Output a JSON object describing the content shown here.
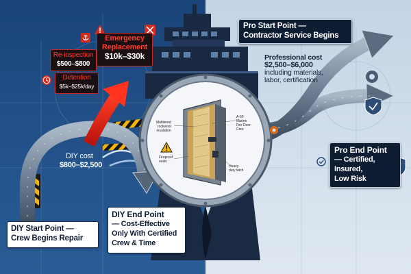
{
  "diy_start": {
    "line1": "DIY Start Point —",
    "line2": "Crew Begins Repair"
  },
  "diy_cost": {
    "line1": "DIY cost",
    "line2": "$800–$2,500"
  },
  "diy_end": {
    "line1": "DIY End Point",
    "line2": "— Cost-Effective",
    "line3": "Only With Certified",
    "line4": "Crew & Time"
  },
  "reinspection": {
    "label": "Re-inspection",
    "value": "$500–$800"
  },
  "detention": {
    "label": "Detention",
    "value": "$5k–$25k/day"
  },
  "emergency": {
    "label1": "Emergency",
    "label2": "Replacement",
    "value": "$10k–$30k"
  },
  "pro_start": {
    "line1": "Pro Start Point —",
    "line2": "Contractor Service Begins"
  },
  "pro_cost": {
    "line1": "Professional cost",
    "line2": "$2,500–$6,000",
    "line3": "including materials,",
    "line4": "labor, certification"
  },
  "pro_end": {
    "line1": "Pro End Point",
    "line2": "— Certified,",
    "line3": "Insured,",
    "line4": "Low Risk"
  },
  "door_labels": {
    "a60_line1": "A-60",
    "a60_line2": "Marine",
    "a60_line3": "Fire Door",
    "a60_line4": "Core",
    "multi_line1": "Multilered",
    "multi_line2": "rockwool",
    "multi_line3": "insulation",
    "seals_line1": "Fireproof",
    "seals_line2": "seals",
    "latch_line1": "Heavy-",
    "latch_line2": "duty latch"
  },
  "colors": {
    "left_bg": "#1f4e86",
    "right_bg": "#d3dfeb",
    "danger_red": "#e0251b",
    "hazard_yellow": "#f2b40f",
    "navy": "#0f1d33"
  },
  "icons": [
    "warning-icon",
    "anchor-icon",
    "tools-icon",
    "clock-icon",
    "shield-check-icon",
    "gear-icon",
    "check-circle-icon",
    "hazard-chevron-icon"
  ]
}
